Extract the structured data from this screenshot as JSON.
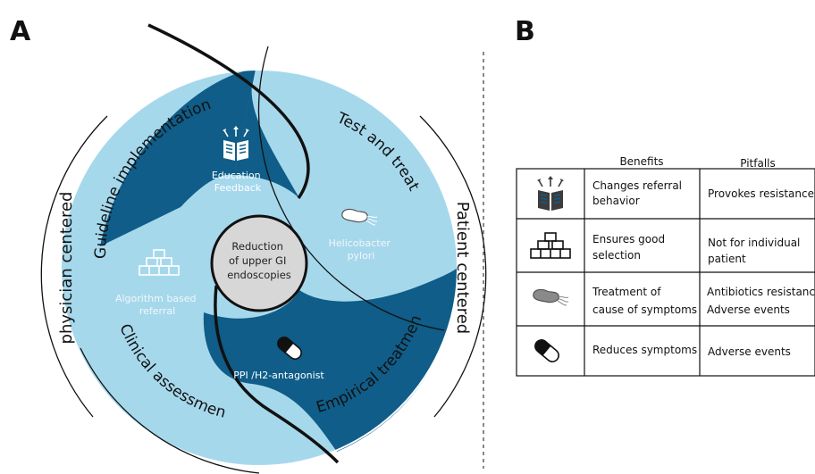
{
  "panels": {
    "a": "A",
    "b": "B"
  },
  "colors": {
    "dark_blue": "#0f5d88",
    "light_blue": "#a6d8ec",
    "center_grey": "#d7d7d7",
    "line": "#111111"
  },
  "wheel": {
    "outer_left": "physician centered",
    "outer_right": "Patient centered",
    "center": [
      "Reduction",
      "of upper GI",
      "endoscopies"
    ],
    "arcs": {
      "guideline": "Guideline implementation",
      "test": "Test and treat",
      "clinical": "Clinical assessment",
      "empirical": "Empirical treatment"
    },
    "labels": {
      "education": [
        "Education",
        "Feedback"
      ],
      "helicobacter": [
        "Helicobacter",
        "pylori"
      ],
      "algorithm": [
        "Algorithm based",
        "referral"
      ],
      "ppi": "PPI /H2-antagonist"
    },
    "icons": [
      "book-icon",
      "bacterium-icon",
      "algorithm-blocks-icon",
      "capsule-icon"
    ]
  },
  "table": {
    "headers": {
      "benefits": "Benefits",
      "pitfalls": "Pitfalls"
    },
    "rows": [
      {
        "icon": "book-icon",
        "benefits": [
          "Changes referral",
          "behavior"
        ],
        "pitfalls": [
          "Provokes resistance"
        ]
      },
      {
        "icon": "algorithm-blocks-icon",
        "benefits": [
          "Ensures good",
          "selection"
        ],
        "pitfalls": [
          "Not for individual",
          "patient"
        ]
      },
      {
        "icon": "bacterium-icon",
        "benefits": [
          "Treatment of",
          "cause of symptoms"
        ],
        "pitfalls": [
          "Antibiotics resistance",
          "Adverse events"
        ]
      },
      {
        "icon": "capsule-icon",
        "benefits": [
          "Reduces symptoms"
        ],
        "pitfalls": [
          "Adverse events"
        ]
      }
    ]
  }
}
